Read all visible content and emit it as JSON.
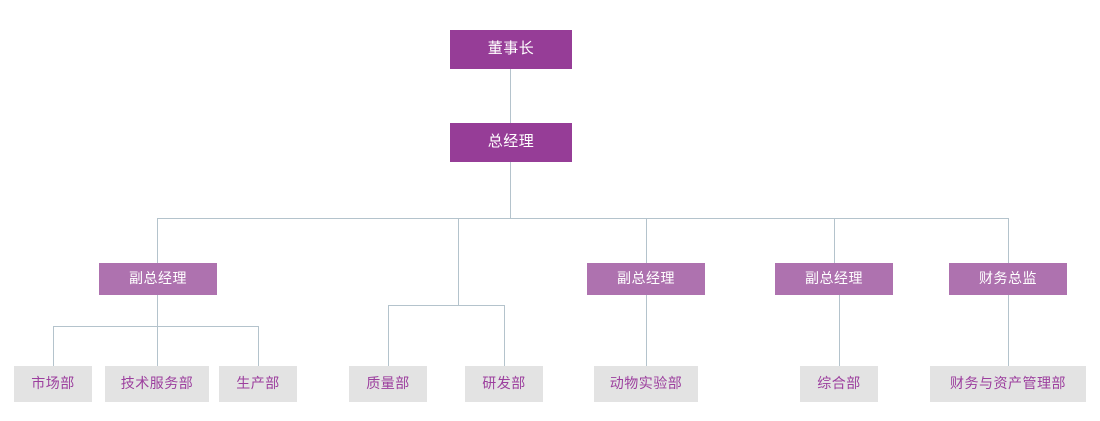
{
  "chart": {
    "type": "org-chart",
    "title": "",
    "background_color": "#ffffff",
    "connector_color": "#b4c3cc",
    "palette": {
      "level1_bg": "#963d97",
      "level1_text": "#ffffff",
      "level2_bg": "#963d97",
      "level2_text": "#ffffff",
      "level3_bg": "#ae72af",
      "level3_text": "#ffffff",
      "level4_bg": "#e3e3e3",
      "level4_text": "#9c3f9e"
    },
    "nodes": {
      "chairman": {
        "label": "董事长",
        "level": 1
      },
      "general_manager": {
        "label": "总经理",
        "level": 2
      },
      "deputy_gm_1": {
        "label": "副总经理",
        "level": 3
      },
      "deputy_gm_2": {
        "label": "副总经理",
        "level": 3
      },
      "deputy_gm_3": {
        "label": "副总经理",
        "level": 3
      },
      "finance_director": {
        "label": "财务总监",
        "level": 3
      },
      "dept_marketing": {
        "label": "市场部",
        "level": 4
      },
      "dept_tech_service": {
        "label": "技术服务部",
        "level": 4
      },
      "dept_production": {
        "label": "生产部",
        "level": 4
      },
      "dept_quality": {
        "label": "质量部",
        "level": 4
      },
      "dept_rnd": {
        "label": "研发部",
        "level": 4
      },
      "dept_animal_lab": {
        "label": "动物实验部",
        "level": 4
      },
      "dept_general_affairs": {
        "label": "综合部",
        "level": 4
      },
      "dept_finance_assets": {
        "label": "财务与资产管理部",
        "level": 4
      }
    },
    "hierarchy": [
      {
        "parent": "chairman",
        "child": "general_manager"
      },
      {
        "parent": "general_manager",
        "child": "deputy_gm_1"
      },
      {
        "parent": "general_manager",
        "child": "deputy_gm_2"
      },
      {
        "parent": "general_manager",
        "child": "deputy_gm_3"
      },
      {
        "parent": "general_manager",
        "child": "finance_director"
      },
      {
        "parent": "general_manager",
        "child": "dept_quality"
      },
      {
        "parent": "general_manager",
        "child": "dept_rnd"
      },
      {
        "parent": "deputy_gm_1",
        "child": "dept_marketing"
      },
      {
        "parent": "deputy_gm_1",
        "child": "dept_tech_service"
      },
      {
        "parent": "deputy_gm_1",
        "child": "dept_production"
      },
      {
        "parent": "deputy_gm_2",
        "child": "dept_animal_lab"
      },
      {
        "parent": "deputy_gm_3",
        "child": "dept_general_affairs"
      },
      {
        "parent": "finance_director",
        "child": "dept_finance_assets"
      }
    ]
  }
}
